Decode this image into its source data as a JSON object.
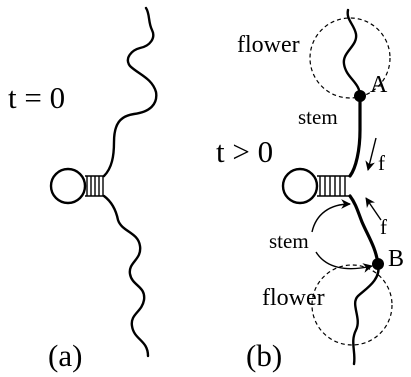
{
  "panel_a": {
    "time_label": "t = 0",
    "caption": "(a)"
  },
  "panel_b": {
    "time_label": "t > 0",
    "caption": "(b)",
    "top_flower_label": "flower",
    "bottom_flower_label": "flower",
    "top_stem_label": "stem",
    "bottom_stem_label": "stem",
    "point_a_label": "A",
    "point_b_label": "B",
    "force_top_label": "f",
    "force_bottom_label": "f"
  }
}
